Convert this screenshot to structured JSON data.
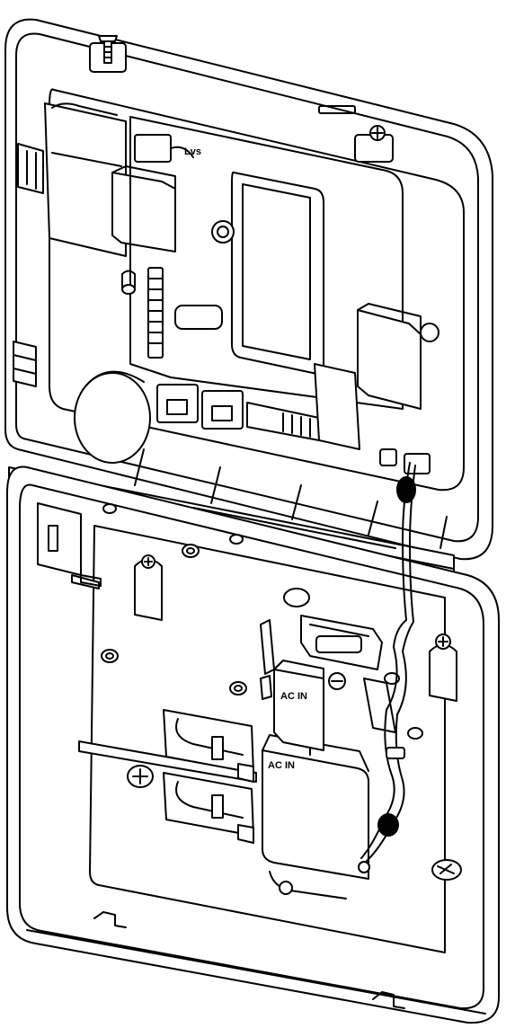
{
  "labels": {
    "ac_in_upper": "AC IN",
    "ac_in_lower": "AC IN",
    "upper_connector": "Lvs"
  },
  "colors": {
    "stroke": "#000000",
    "fill": "#ffffff"
  }
}
